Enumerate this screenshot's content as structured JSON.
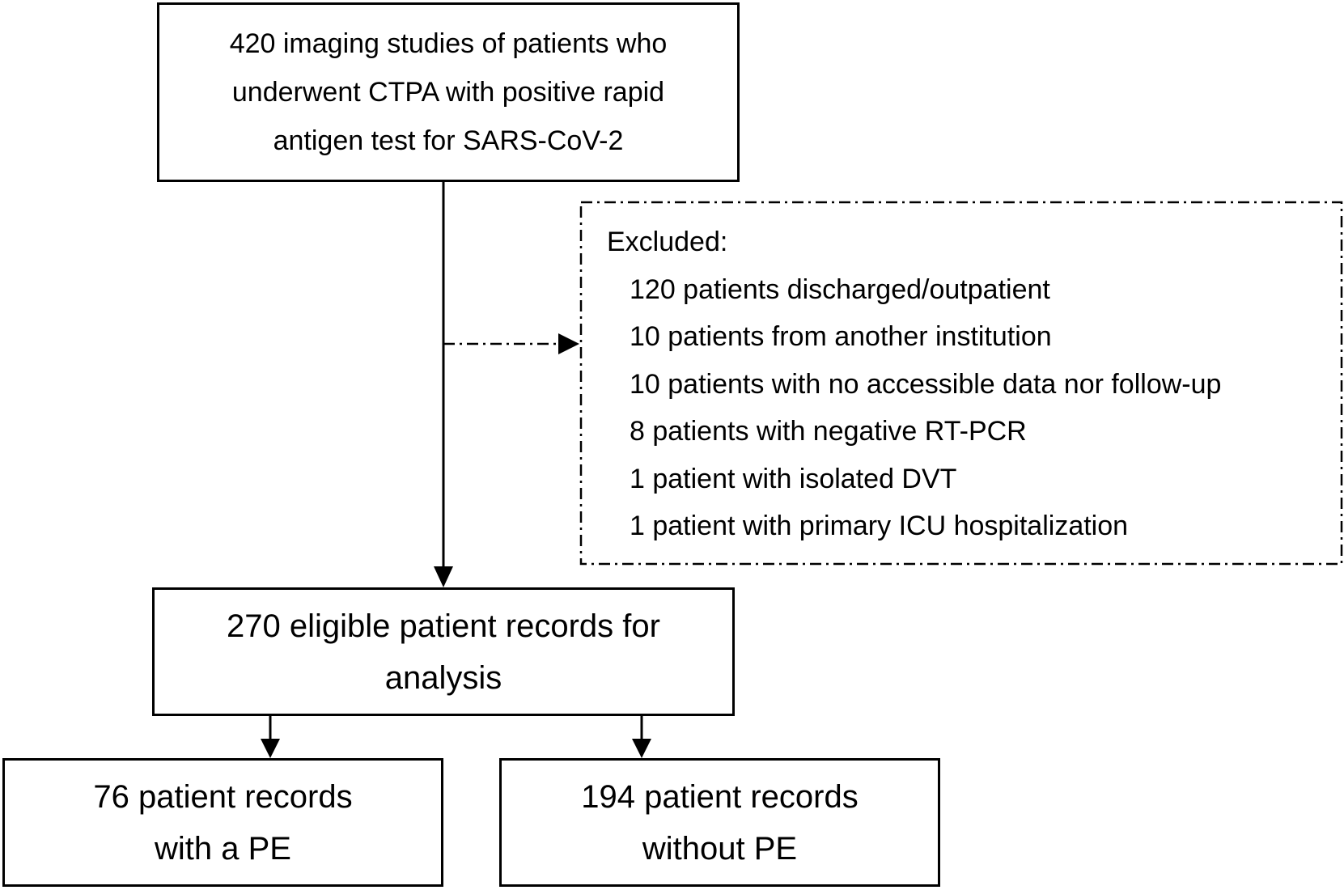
{
  "diagram": {
    "nodes": {
      "source": {
        "lines": [
          "420 imaging studies of patients who",
          "underwent CTPA with positive rapid",
          "antigen test for SARS-CoV-2"
        ]
      },
      "excluded": {
        "heading": "Excluded:",
        "items": [
          "120 patients discharged/outpatient",
          "10 patients from another institution",
          "10 patients with no accessible data nor follow-up",
          "8 patients with negative RT-PCR",
          "1 patient with isolated DVT",
          "1 patient with primary ICU hospitalization"
        ]
      },
      "eligible": {
        "lines": [
          "270 eligible patient records for",
          "analysis"
        ]
      },
      "with_pe": {
        "lines": [
          "76 patient records",
          "with a PE"
        ]
      },
      "without_pe": {
        "lines": [
          "194 patient records",
          "without PE"
        ]
      }
    },
    "edges": [
      {
        "from": "source",
        "to": "eligible",
        "style": "solid"
      },
      {
        "from": "source",
        "to": "excluded",
        "style": "dash-dot"
      },
      {
        "from": "eligible",
        "to": "with_pe",
        "style": "solid"
      },
      {
        "from": "eligible",
        "to": "without_pe",
        "style": "solid"
      }
    ]
  }
}
